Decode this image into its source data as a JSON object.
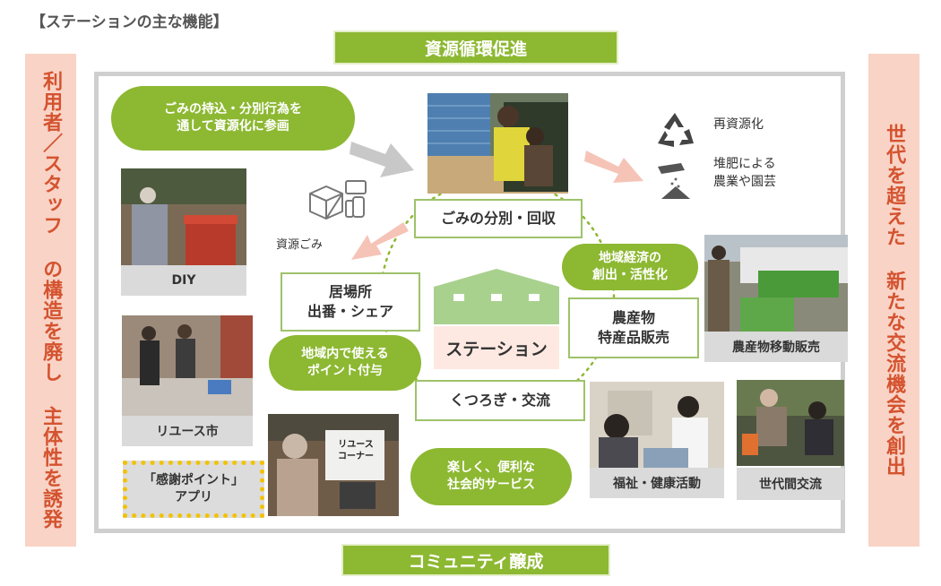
{
  "header": {
    "title": "【ステーションの主な機能】"
  },
  "bands": {
    "top": "資源循環促進",
    "bottom": "コミュニティ醸成"
  },
  "sides": {
    "left": "利用者／スタッフ の構造を廃し 主体性を誘発",
    "right": "世代を超えた 新たな交流機会を創出"
  },
  "pills": {
    "participate": "ごみの持込・分別行為を\n通して資源化に参画",
    "points": "地域内で使える\nポイント付与",
    "services": "楽しく、便利な\n社会的サービス",
    "economy": "地域経済の\n創出・活性化"
  },
  "boxes": {
    "sorting": "ごみの分別・回収",
    "place": "居場所\n出番・シェア",
    "relax": "くつろぎ・交流",
    "produce": "農産物\n特産品販売"
  },
  "station": {
    "label": "ステーション"
  },
  "resources": {
    "waste": "資源ごみ",
    "recycle": "再資源化",
    "compost": "堆肥による\n農業や園芸"
  },
  "captions": {
    "diy": "DIY",
    "reuse": "リユース市",
    "app": "「感謝ポイント」\nアプリ",
    "mobile_sales": "農産物移動販売",
    "welfare": "福祉・健康活動",
    "intergen": "世代間交流"
  },
  "photo_signs": {
    "reuse_corner": "リユース\nコーナー"
  },
  "colors": {
    "green": "#8db832",
    "side_bg": "#f9d3c6",
    "side_text": "#d4532f",
    "frame": "#cfcfcf"
  }
}
